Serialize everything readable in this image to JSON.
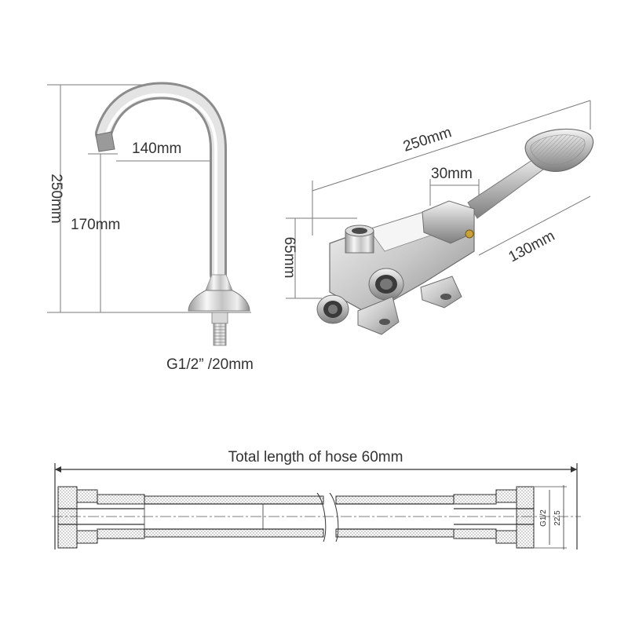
{
  "faucet": {
    "height_label": "250mm",
    "reach_label": "140mm",
    "outlet_height_label": "170mm",
    "thread_label": "G1/2”  /20mm"
  },
  "pedal_valve": {
    "length_label": "250mm",
    "width_label": "30mm",
    "height_label": "65mm",
    "pedal_length_label": "130mm"
  },
  "hose": {
    "title": "Total length of hose 60mm",
    "thread_label": "G1/2",
    "diameter_label": "22.5"
  },
  "colors": {
    "chrome_light": "#f4f4f4",
    "chrome_dark": "#8a8a8a",
    "brass": "#c9a23a",
    "line": "#7a7a7a"
  }
}
